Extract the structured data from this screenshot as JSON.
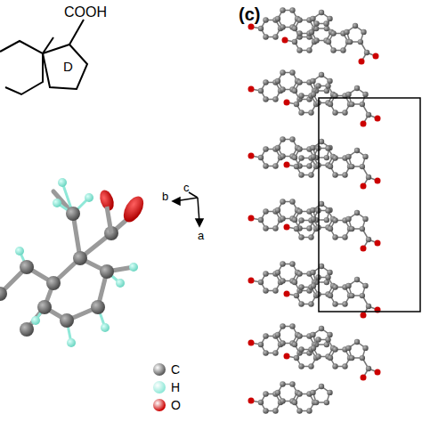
{
  "diagram": {
    "labels": [
      "COOH",
      "D",
      "b",
      "c",
      "a",
      "(c)"
    ],
    "legend": [
      {
        "text": "C",
        "color": "#5a5a5a"
      },
      {
        "text": "H",
        "color": "#8fe8d8"
      },
      {
        "text": "O",
        "color": "#cc0000"
      }
    ]
  }
}
